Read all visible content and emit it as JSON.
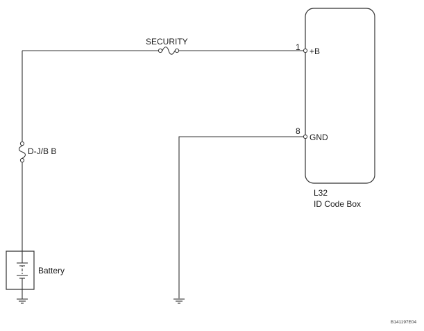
{
  "fuses": {
    "security": "SECURITY",
    "djb": "D-J/B B"
  },
  "battery": {
    "label": "Battery"
  },
  "component": {
    "code": "L32",
    "name": "ID Code Box",
    "pins": [
      {
        "number": "1",
        "name": "+B"
      },
      {
        "number": "8",
        "name": "GND"
      }
    ]
  },
  "figure_id": "B141197E04",
  "colors": {
    "line": "#333333",
    "text": "#1a1a1a",
    "background": "#ffffff"
  }
}
